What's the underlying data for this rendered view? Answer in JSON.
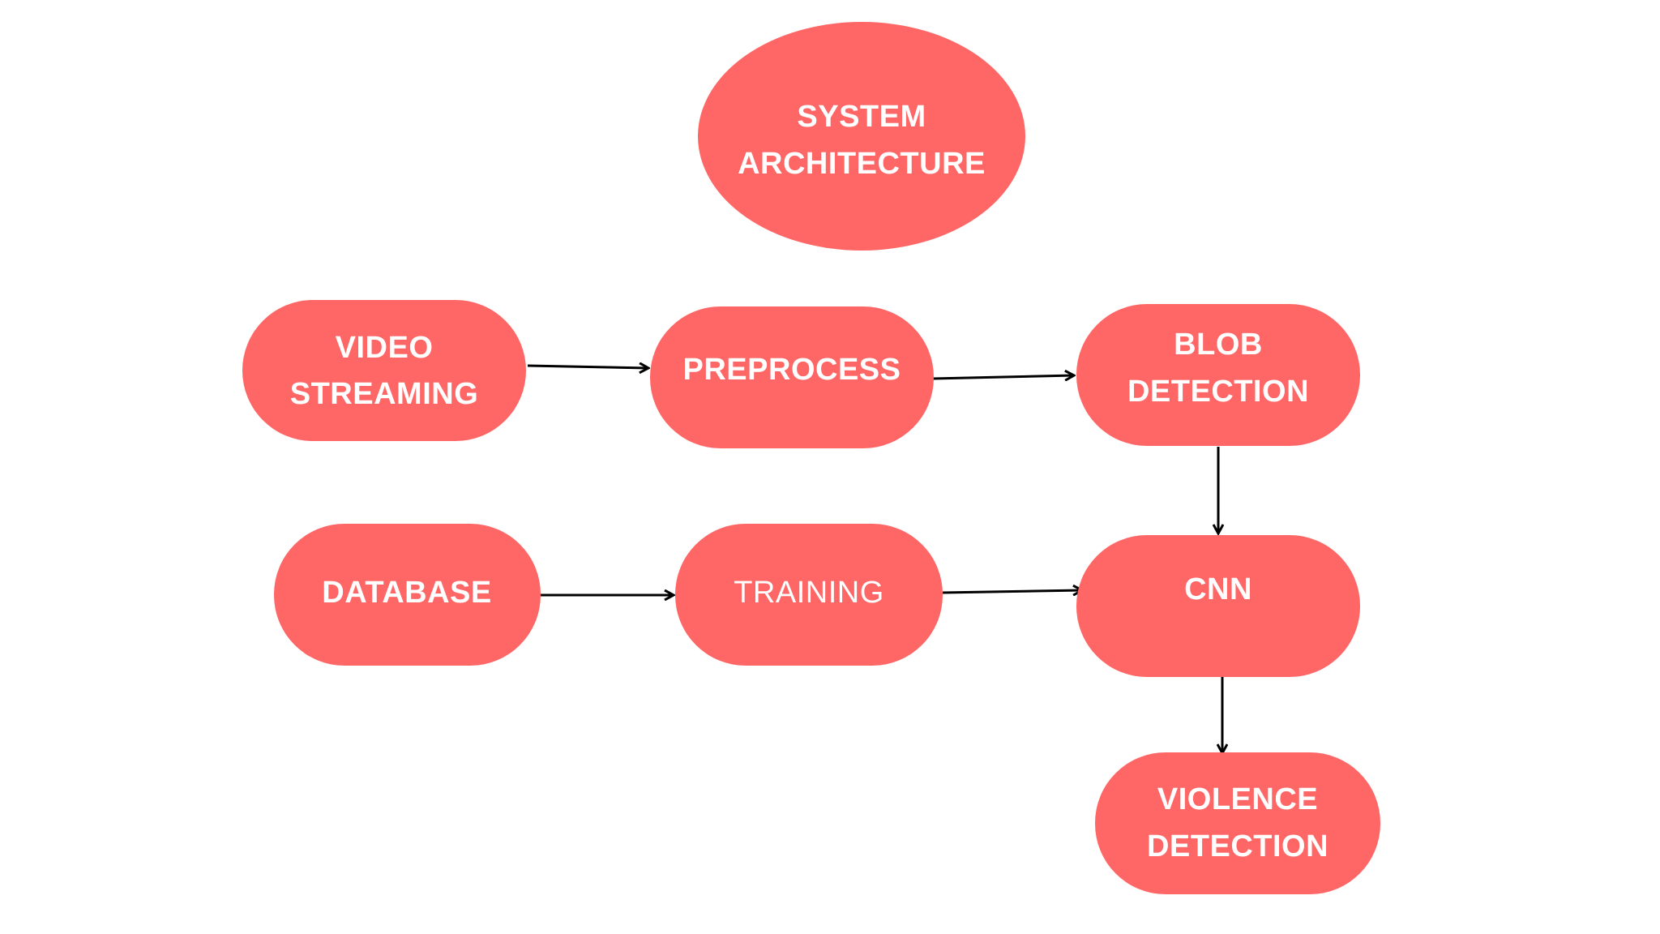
{
  "diagram": {
    "title_node": {
      "lines": [
        "SYSTEM",
        "ARCHITECTURE"
      ]
    },
    "nodes": {
      "video_streaming": {
        "lines": [
          "VIDEO",
          "STREAMING"
        ]
      },
      "preprocess": {
        "lines": [
          "PREPROCESS"
        ]
      },
      "blob_detection": {
        "lines": [
          "BLOB",
          "DETECTION"
        ]
      },
      "database": {
        "lines": [
          "DATABASE"
        ]
      },
      "training": {
        "lines": [
          "TRAINING"
        ]
      },
      "cnn": {
        "lines": [
          "CNN"
        ]
      },
      "violence_detection": {
        "lines": [
          "VIOLENCE",
          "DETECTION"
        ]
      }
    },
    "edges": [
      {
        "from": "video_streaming",
        "to": "preprocess"
      },
      {
        "from": "preprocess",
        "to": "blob_detection"
      },
      {
        "from": "blob_detection",
        "to": "cnn"
      },
      {
        "from": "database",
        "to": "training"
      },
      {
        "from": "training",
        "to": "cnn"
      },
      {
        "from": "cnn",
        "to": "violence_detection"
      }
    ],
    "colors": {
      "node_fill": "#FF6666",
      "text": "#FFFFFF",
      "arrow": "#000000",
      "background": "#FFFFFF"
    }
  }
}
